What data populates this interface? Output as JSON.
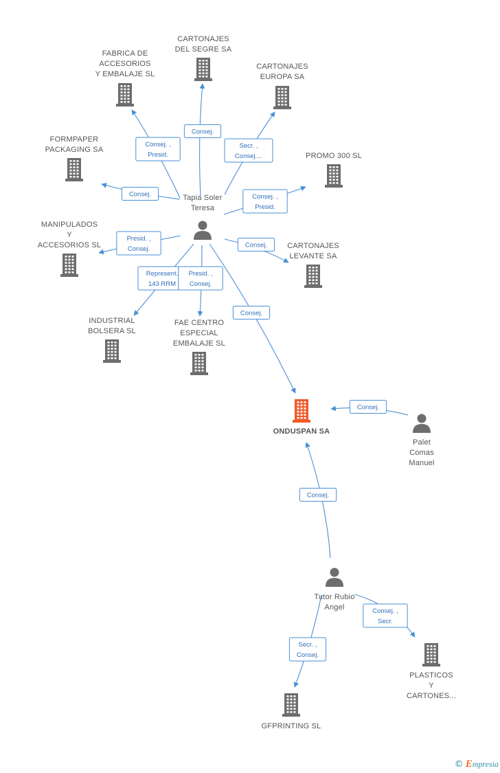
{
  "colors": {
    "edge": "#4a8fd6",
    "node_default": "#6d6d6d",
    "node_highlight": "#f05a28"
  },
  "nodes": [
    {
      "id": "tapia",
      "kind": "person",
      "label": [
        "Tapia Soler",
        "Teresa"
      ]
    },
    {
      "id": "fabrica",
      "kind": "company",
      "label": [
        "FABRICA DE",
        "ACCESORIOS",
        "Y EMBALAJE SL"
      ]
    },
    {
      "id": "segre",
      "kind": "company",
      "label": [
        "CARTONAJES",
        "DEL SEGRE SA"
      ]
    },
    {
      "id": "europa",
      "kind": "company",
      "label": [
        "CARTONAJES",
        "EUROPA SA"
      ]
    },
    {
      "id": "formpaper",
      "kind": "company",
      "label": [
        "FORMPAPER",
        "PACKAGING SA"
      ]
    },
    {
      "id": "promo",
      "kind": "company",
      "label": [
        "PROMO 300 SL"
      ]
    },
    {
      "id": "manipulados",
      "kind": "company",
      "label": [
        "MANIPULADOS",
        "Y",
        "ACCESORIOS SL"
      ]
    },
    {
      "id": "levante",
      "kind": "company",
      "label": [
        "CARTONAJES",
        "LEVANTE SA"
      ]
    },
    {
      "id": "industrial",
      "kind": "company",
      "label": [
        "INDUSTRIAL",
        "BOLSERA SL"
      ]
    },
    {
      "id": "fae",
      "kind": "company",
      "label": [
        "FAE CENTRO",
        "ESPECIAL",
        "EMBALAJE SL"
      ]
    },
    {
      "id": "onduspan",
      "kind": "company",
      "highlight": true,
      "label": [
        "ONDUSPAN SA"
      ]
    },
    {
      "id": "palet",
      "kind": "person",
      "label": [
        "Palet",
        "Comas",
        "Manuel"
      ]
    },
    {
      "id": "tutor",
      "kind": "person",
      "label": [
        "Tutor Rubio",
        "Angel"
      ]
    },
    {
      "id": "plasticos",
      "kind": "company",
      "label": [
        "PLASTICOS",
        "Y",
        "CARTONES..."
      ]
    },
    {
      "id": "gfprinting",
      "kind": "company",
      "label": [
        "GFPRINTING SL"
      ]
    }
  ],
  "edges": [
    {
      "from": "tapia",
      "to": "fabrica",
      "label": [
        "Consej. ,",
        "Presid."
      ]
    },
    {
      "from": "tapia",
      "to": "segre",
      "label": [
        "Consej."
      ]
    },
    {
      "from": "tapia",
      "to": "europa",
      "label": [
        "Secr. ,",
        "Consej...."
      ]
    },
    {
      "from": "tapia",
      "to": "formpaper",
      "label": [
        "Consej."
      ]
    },
    {
      "from": "tapia",
      "to": "promo",
      "label": [
        "Consej. ,",
        "Presid."
      ]
    },
    {
      "from": "tapia",
      "to": "manipulados",
      "label": [
        "Presid. ,",
        "Consej."
      ]
    },
    {
      "from": "tapia",
      "to": "levante",
      "label": [
        "Consej."
      ]
    },
    {
      "from": "tapia",
      "to": "industrial",
      "label": [
        "Represent.",
        "143 RRM"
      ]
    },
    {
      "from": "tapia",
      "to": "fae",
      "label": [
        "Presid. ,",
        "Consej."
      ]
    },
    {
      "from": "tapia",
      "to": "onduspan",
      "label": [
        "Consej."
      ]
    },
    {
      "from": "palet",
      "to": "onduspan",
      "label": [
        "Consej."
      ]
    },
    {
      "from": "tutor",
      "to": "onduspan",
      "label": [
        "Consej."
      ]
    },
    {
      "from": "tutor",
      "to": "plasticos",
      "label": [
        "Consej. ,",
        "Secr."
      ]
    },
    {
      "from": "tutor",
      "to": "gfprinting",
      "label": [
        "Secr. ,",
        "Consej."
      ]
    }
  ],
  "brand": {
    "symbol": "©",
    "initial": "E",
    "rest": "mpresia"
  }
}
